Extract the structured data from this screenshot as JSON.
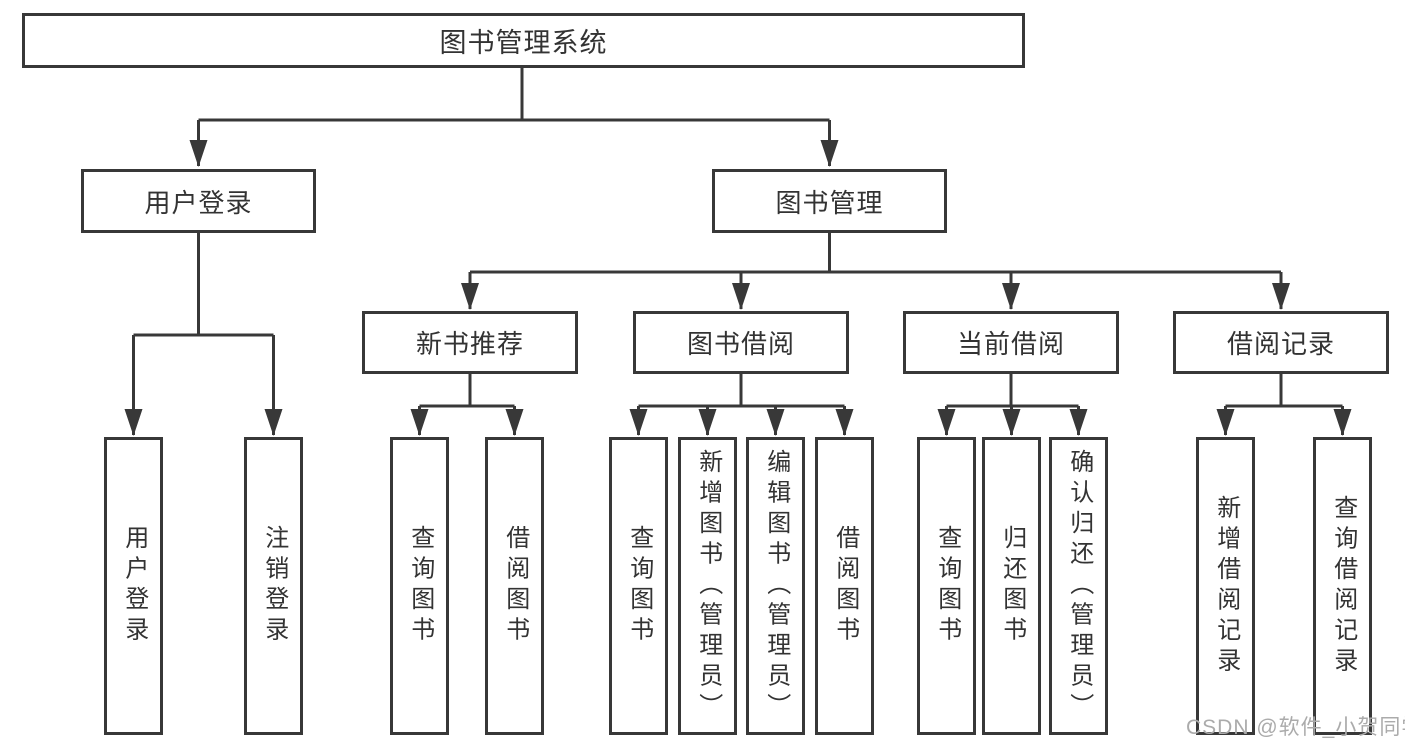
{
  "tree": {
    "label": "图书管理系统",
    "children": [
      {
        "label": "用户登录",
        "children": [
          {
            "label": "用户登录"
          },
          {
            "label": "注销登录"
          }
        ]
      },
      {
        "label": "图书管理",
        "children": [
          {
            "label": "新书推荐",
            "children": [
              {
                "label": "查询图书"
              },
              {
                "label": "借阅图书"
              }
            ]
          },
          {
            "label": "图书借阅",
            "children": [
              {
                "label": "查询图书"
              },
              {
                "label": "新增图书（管理员）"
              },
              {
                "label": "编辑图书（管理员）"
              },
              {
                "label": "借阅图书"
              }
            ]
          },
          {
            "label": "当前借阅",
            "children": [
              {
                "label": "查询图书"
              },
              {
                "label": "归还图书"
              },
              {
                "label": "确认归还（管理员）"
              }
            ]
          },
          {
            "label": "借阅记录",
            "children": [
              {
                "label": "新增借阅记录"
              },
              {
                "label": "查询借阅记录"
              }
            ]
          }
        ]
      }
    ]
  },
  "watermark": {
    "text": "CSDN @软件_小贺同学"
  },
  "colors": {
    "line": "#383838",
    "text": "#333333",
    "background": "#ffffff",
    "watermark": "#ababab"
  }
}
